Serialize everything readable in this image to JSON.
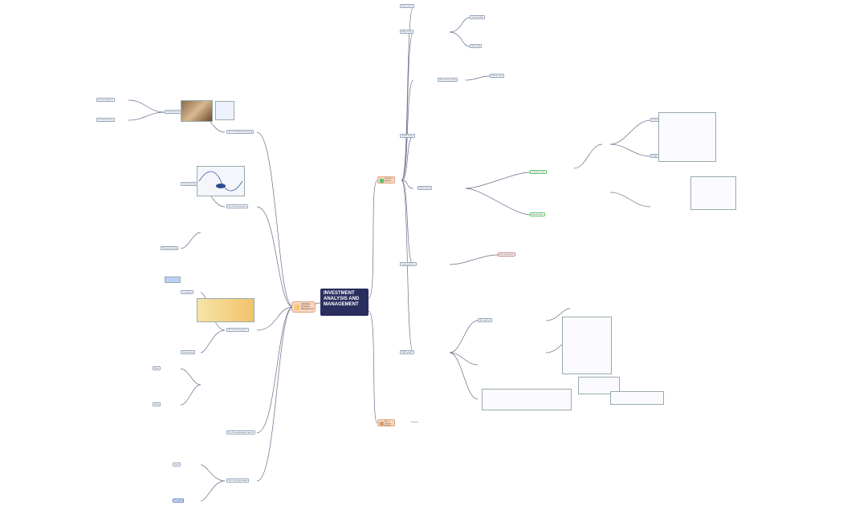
{
  "central": {
    "title": "INVESTMENT ANALYSIS AND MANAGEMENT"
  },
  "hub_left": {
    "label": "Individual Financial Management"
  },
  "hubs_right": [
    {
      "label": "Statistical Analysis"
    },
    {
      "label": "Asset Portfolio Analysis"
    }
  ],
  "right_topics": [
    "Return and risk",
    "Utility function",
    "Mean-variance analysis",
    "Portfolio frontier",
    "Efficient frontier",
    "Capital market line",
    "CAPM and APT",
    "Optimal portfolio",
    "Sharpe ratio",
    "Risk-free asset",
    "Covariance matrix",
    "Expected return",
    "Two-fund separation",
    "Tangency portfolio",
    "Security market line",
    "Beta coefficient"
  ],
  "left_topics": [
    "Part 1 Personal financial planning",
    "Part 2 Financial products",
    "Part 3 Investment process",
    "Part 4 Financial planning in practice",
    "Part 5 Tools and evaluation",
    "Consumption and savings",
    "Life cycle hypothesis",
    "Time value of money",
    "Insurance planning",
    "Retirement planning",
    "Tax planning",
    "Estate planning",
    "Bonds",
    "Stocks",
    "Funds",
    "Derivatives"
  ],
  "bottom_right": {
    "label": "Summary"
  },
  "colors": {
    "central": "#2a2e5e",
    "hub": "#f4d6c2",
    "accent_green": "#56c46a",
    "line": "#6b6b8a"
  }
}
